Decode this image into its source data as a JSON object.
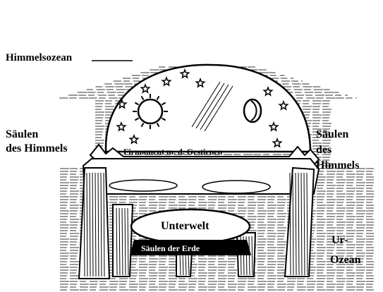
{
  "labels": {
    "sky_ocean": "Himmelsozean",
    "pillars_heaven_left": [
      "Säulen",
      "des Himmels"
    ],
    "pillars_heaven_right": [
      "Säulen",
      "des",
      "Himmels"
    ],
    "firmament": "Firmament m. d. Gestirnen",
    "underworld": "Unterwelt",
    "pillars_earth": "Säulen der Erde",
    "primal_ocean": [
      "Ur-",
      "Ozean"
    ]
  },
  "icons": [
    "sun-icon",
    "moon-icon",
    "star-icon"
  ],
  "colors": {
    "ink": "#000000",
    "paper": "#ffffff"
  }
}
